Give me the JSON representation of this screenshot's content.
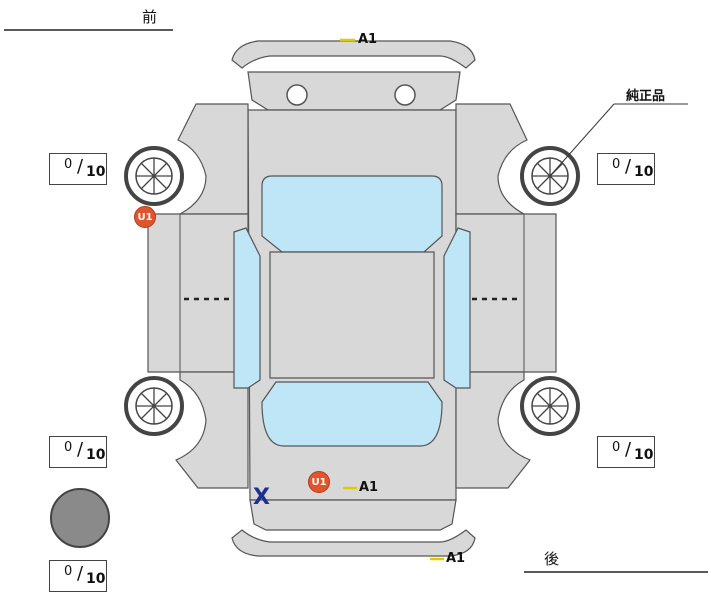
{
  "labels": {
    "front": "前",
    "rear": "後",
    "genuine": "純正品"
  },
  "score_boxes": [
    {
      "id": "front-left",
      "num": "0",
      "den": "10"
    },
    {
      "id": "front-right",
      "num": "0",
      "den": "10"
    },
    {
      "id": "rear-left",
      "num": "0",
      "den": "10"
    },
    {
      "id": "rear-right",
      "num": "0",
      "den": "10"
    },
    {
      "id": "spare",
      "num": "0",
      "den": "10"
    }
  ],
  "marks": {
    "a1_top": "A1",
    "a1_rear_panel": "A1",
    "a1_bottom": "A1",
    "u1_left": "U1",
    "u1_rear": "U1",
    "x_mark": "X"
  },
  "colors": {
    "body": "#d8d8d8",
    "glass": "#bfe6f6",
    "outline": "#555555",
    "badge": "#e0552e",
    "x": "#1d2f8f",
    "spare_fill": "#8a8a8a",
    "leader_yellow": "#e2c800"
  }
}
